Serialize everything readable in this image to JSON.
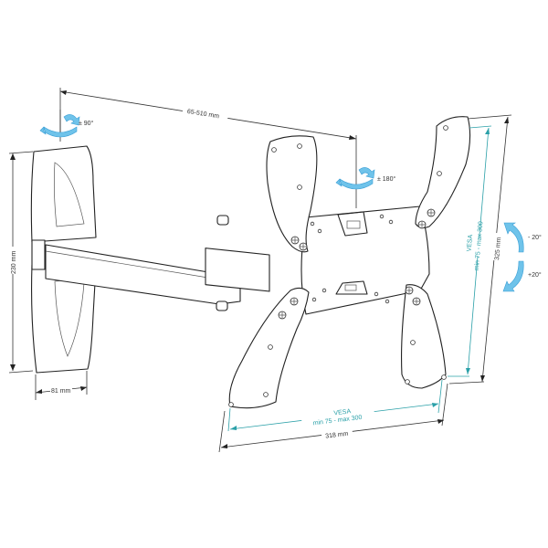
{
  "diagram": {
    "subject": "swivel-arm-tv-wall-mount",
    "colors": {
      "line": "#222222",
      "vesa_dimension": "#2aa0a8",
      "rotation_arrow": "#6fc3ea"
    },
    "dimensions": {
      "arm_extension": "65-510 mm",
      "wall_plate_height": "230 mm",
      "wall_plate_width": "81 mm",
      "plate_width": "318 mm",
      "plate_height": "325 mm",
      "vesa_horizontal": {
        "title": "VESA",
        "range": "min 75 - max 300"
      },
      "vesa_vertical": {
        "title": "VESA",
        "range": "min 75 - max 300"
      }
    },
    "rotations": {
      "arm_swivel": "± 90°",
      "plate_swivel": "± 180°",
      "tilt_up": "- 20°",
      "tilt_down": "+20°"
    }
  }
}
